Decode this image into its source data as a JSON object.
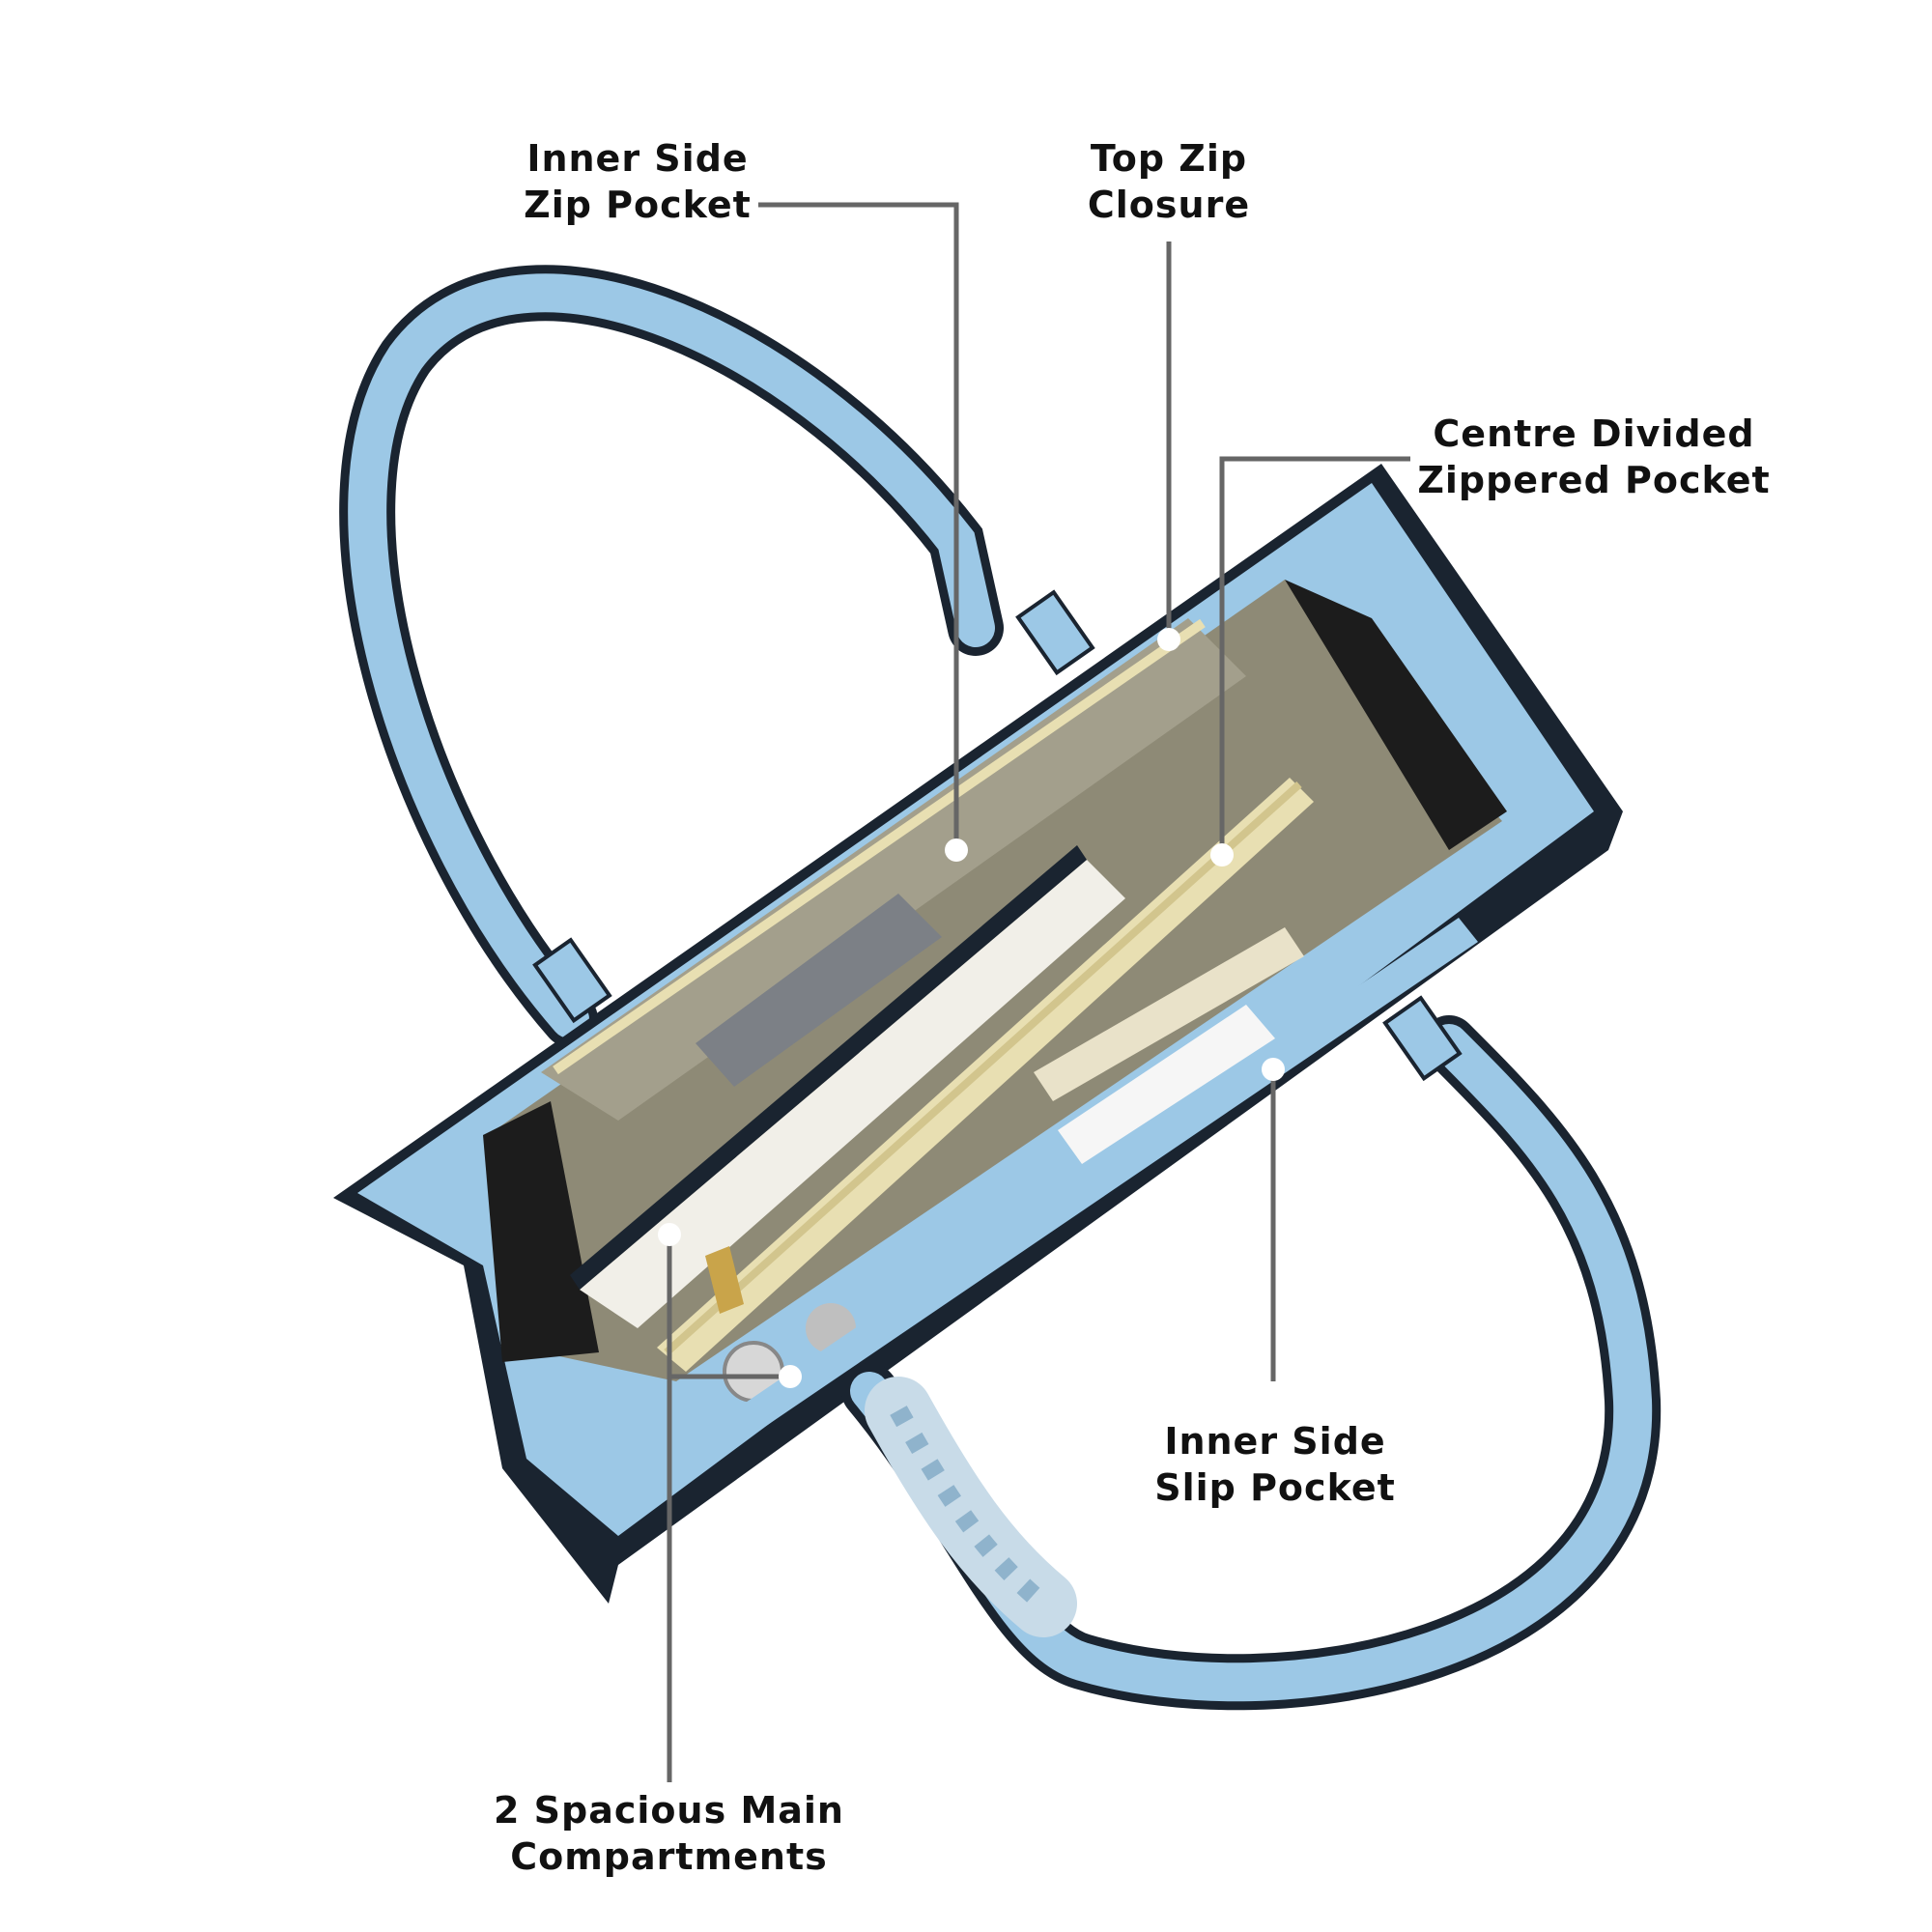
{
  "diagram": {
    "callouts": [
      {
        "id": "inner-side-zip-pocket",
        "lines": [
          "Inner Side",
          "Zip Pocket"
        ]
      },
      {
        "id": "top-zip-closure",
        "lines": [
          "Top Zip",
          "Closure"
        ]
      },
      {
        "id": "centre-divided-zippered-pocket",
        "lines": [
          "Centre Divided",
          "Zippered Pocket"
        ]
      },
      {
        "id": "inner-side-slip-pocket",
        "lines": [
          "Inner Side",
          "Slip Pocket"
        ]
      },
      {
        "id": "two-spacious-main-compartments",
        "lines": [
          "2 Spacious Main",
          "Compartments"
        ]
      }
    ],
    "colors": {
      "bag_blue": "#9cc8e6",
      "bag_trim": "#1a2430",
      "lining": "#8e8a76",
      "zip_tape": "#e8dfb2",
      "leader_line": "#666666",
      "label_text": "#111111"
    }
  }
}
